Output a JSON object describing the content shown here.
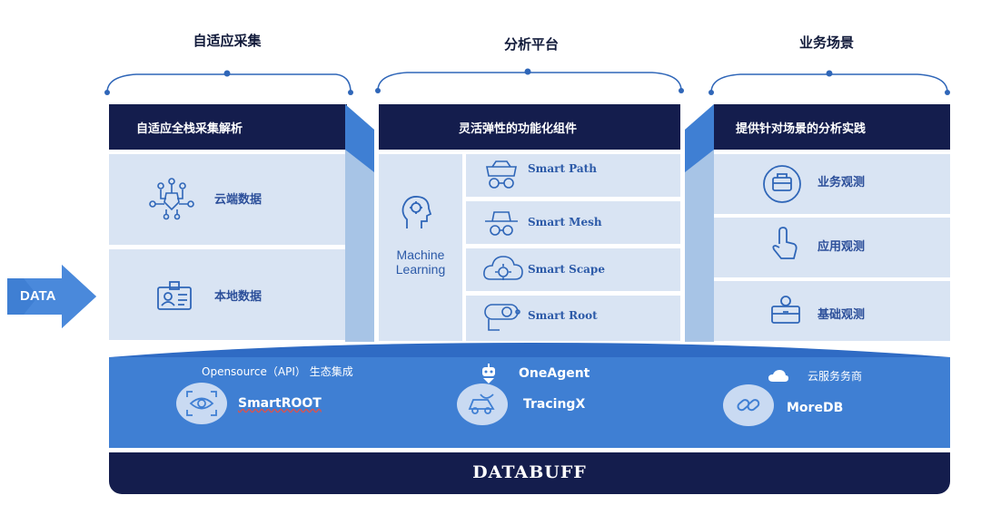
{
  "columns": {
    "left_title": "自适应采集",
    "middle_title": "分析平台",
    "right_title": "业务场景"
  },
  "left": {
    "header": "自适应全栈采集解析",
    "items": [
      "云端数据",
      "本地数据"
    ]
  },
  "middle": {
    "header": "灵活弹性的功能化组件",
    "ml_label_1": "Machine",
    "ml_label_2": "Learning",
    "smart_items": [
      "Smart Path",
      "Smart Mesh",
      "Smart Scape",
      "Smart Root"
    ]
  },
  "right": {
    "header": "提供针对场景的分析实践",
    "items": [
      "业务观测",
      "应用观测",
      "基础观测"
    ]
  },
  "data_arrow": "DATA",
  "platform": {
    "opensource": "Opensource（API）  生态集成",
    "smartroot": "SmartROOT",
    "oneagent": "OneAgent",
    "tracingx": "TracingX",
    "cloud_service": "云服务务商",
    "moredb": "MoreDB"
  },
  "footer": "DATABUFF",
  "colors": {
    "navy": "#141d4d",
    "panel": "#d9e4f3",
    "accent_blue": "#3f7fd3",
    "text_blue": "#2c5aa8"
  }
}
